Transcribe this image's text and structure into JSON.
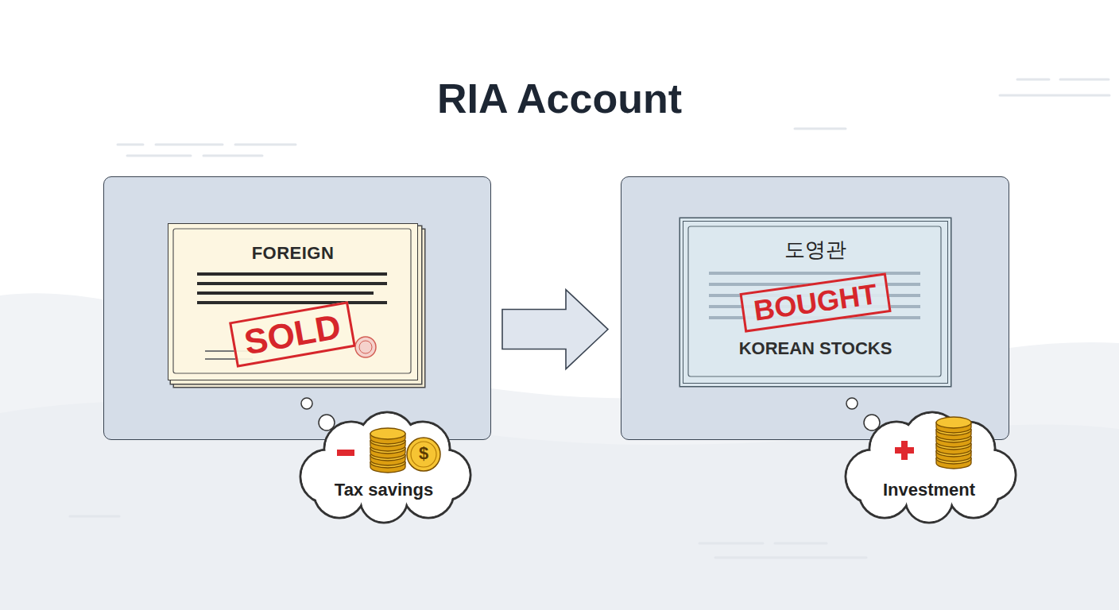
{
  "diagram": {
    "title": "RIA Account",
    "nodes": [
      {
        "text": []
      },
      {
        "text": [
          "FOREIGN",
          "SOLD"
        ],
        "in": 0
      },
      {
        "text": [
          "Tax savings"
        ]
      },
      {
        "text": []
      },
      {
        "text": [
          "도영관",
          "BOUGHT",
          "KOREAN STOCKS"
        ],
        "in": 3
      },
      {
        "text": [
          "Investment"
        ]
      }
    ],
    "edges": [
      {
        "from": 0,
        "to": 3,
        "arrow": "to"
      }
    ],
    "labels": [
      "$"
    ]
  }
}
